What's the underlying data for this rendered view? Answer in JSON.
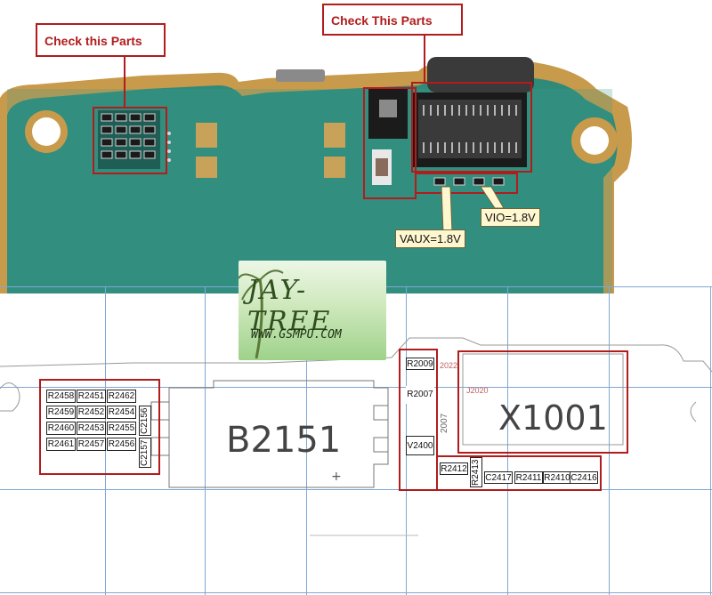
{
  "photo_callouts": {
    "left_title": "Check this Parts",
    "right_title": "Check This Parts",
    "vaux_label": "VAUX=1.8V",
    "vio_label": "VIO=1.8V"
  },
  "watermark": {
    "title": "JAY-TREE",
    "url": "WWW.GSMPU.COM"
  },
  "schematic": {
    "main_component": "B2151",
    "connector_label": "X1001",
    "pad_label": "J2020",
    "resistor_grid": [
      [
        "R2458",
        "R2451",
        "R2462"
      ],
      [
        "R2459",
        "R2452",
        "R2454"
      ],
      [
        "R2460",
        "R2453",
        "R2455"
      ],
      [
        "R2461",
        "R2457",
        "R2456"
      ]
    ],
    "cap_side_top": "C2156",
    "cap_side_bottom": "C2157",
    "mid_parts": {
      "r2009": "R2009",
      "r2007": "R2007",
      "v2400": "V2400",
      "r2022": "2022",
      "vert_small": "2007"
    },
    "bottom_row": [
      "R2412",
      "R2413",
      "C2417",
      "R2411",
      "R2410",
      "C2416"
    ]
  },
  "colors": {
    "pcb_green": "#2f8a7a",
    "pcb_gold": "#c89a4b",
    "callout_red": "#b11c1c",
    "grid_blue": "#7ea8d4"
  }
}
